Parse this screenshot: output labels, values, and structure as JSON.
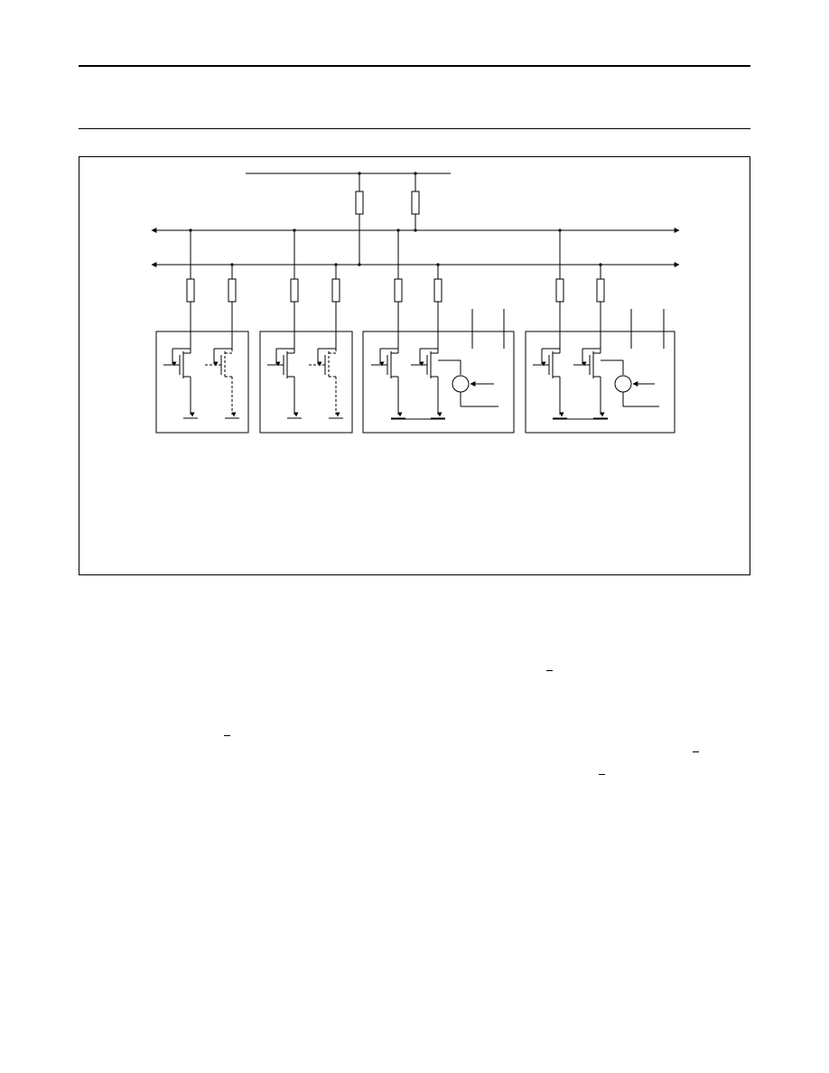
{
  "page": {
    "header_rule": "",
    "section_rule": ""
  },
  "figure": {
    "description_hidden": true,
    "devices": [
      {
        "kind": "open-drain-pair",
        "second_fet_dashed": true
      },
      {
        "kind": "open-drain-pair",
        "second_fet_dashed": true
      },
      {
        "kind": "open-drain-with-current-source",
        "second_fet_dashed": false
      },
      {
        "kind": "open-drain-with-current-source",
        "second_fet_dashed": false
      }
    ],
    "bus_lines": 2,
    "pullup_resistors": 2
  },
  "body_text": {
    "overbar_marks": 4
  },
  "colors": {
    "ink": "#000000",
    "paper": "#ffffff"
  }
}
